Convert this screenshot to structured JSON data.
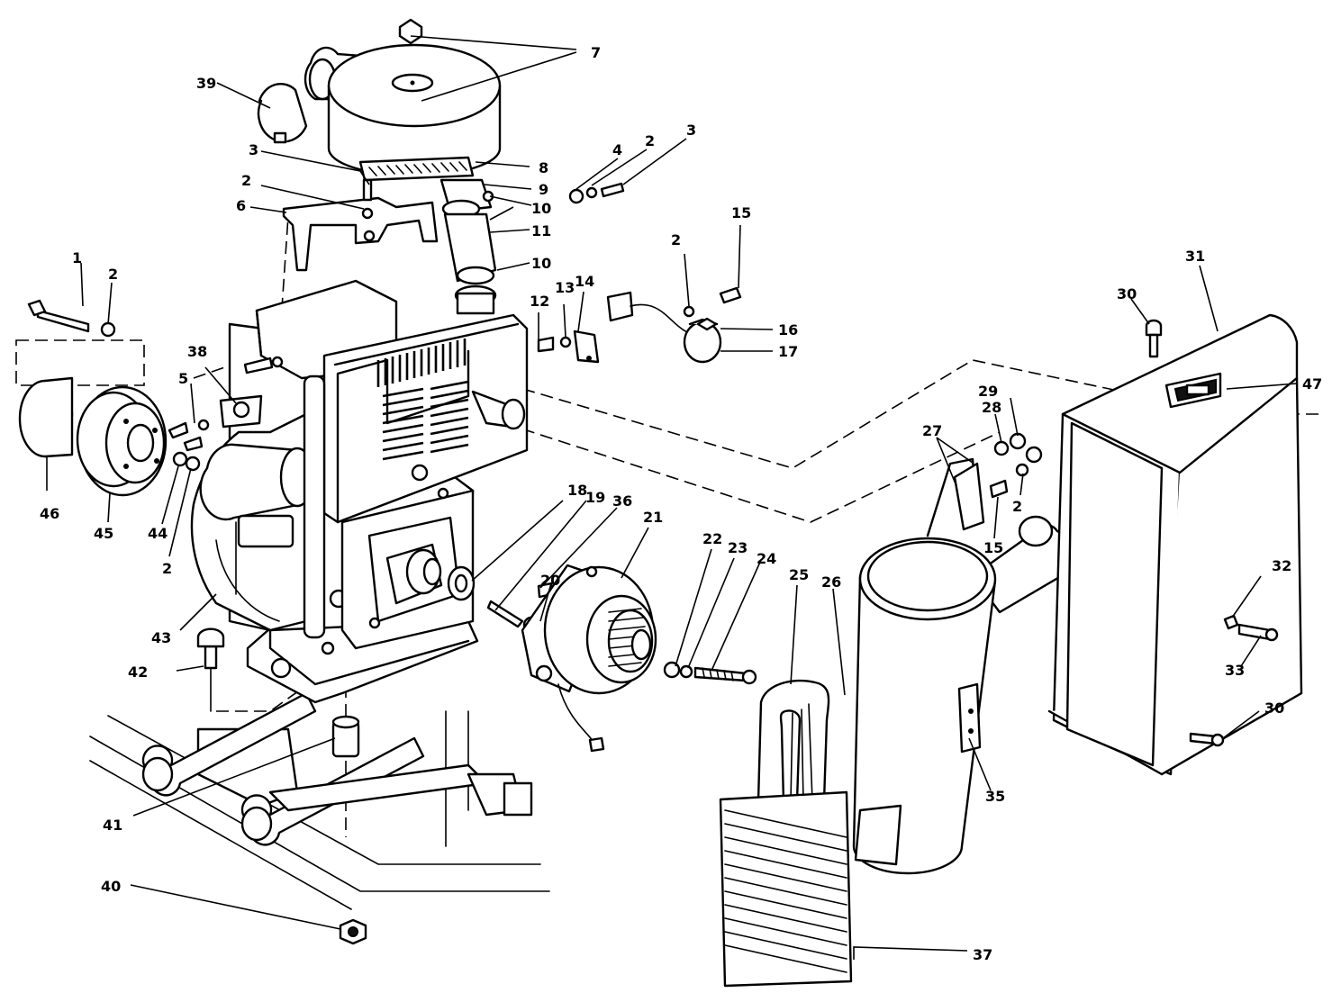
{
  "callouts": {
    "c1": "1",
    "c2a": "2",
    "c2b": "2",
    "c2c": "2",
    "c2d": "2",
    "c2e": "2",
    "c2f": "2",
    "c3a": "3",
    "c3b": "3",
    "c4": "4",
    "c5": "5",
    "c6": "6",
    "c7": "7",
    "c8": "8",
    "c9": "9",
    "c10a": "10",
    "c10b": "10",
    "c11": "11",
    "c12": "12",
    "c13": "13",
    "c14": "14",
    "c15a": "15",
    "c15b": "15",
    "c16": "16",
    "c17": "17",
    "c18": "18",
    "c19": "19",
    "c20": "20",
    "c21": "21",
    "c22": "22",
    "c23": "23",
    "c24": "24",
    "c25": "25",
    "c26": "26",
    "c27": "27",
    "c28": "28",
    "c29": "29",
    "c30a": "30",
    "c30b": "30",
    "c31": "31",
    "c32": "32",
    "c33": "33",
    "c35": "35",
    "c36": "36",
    "c37": "37",
    "c38": "38",
    "c39": "39",
    "c40": "40",
    "c41": "41",
    "c42": "42",
    "c43": "43",
    "c44": "44",
    "c45": "45",
    "c46": "46",
    "c47": "47"
  }
}
